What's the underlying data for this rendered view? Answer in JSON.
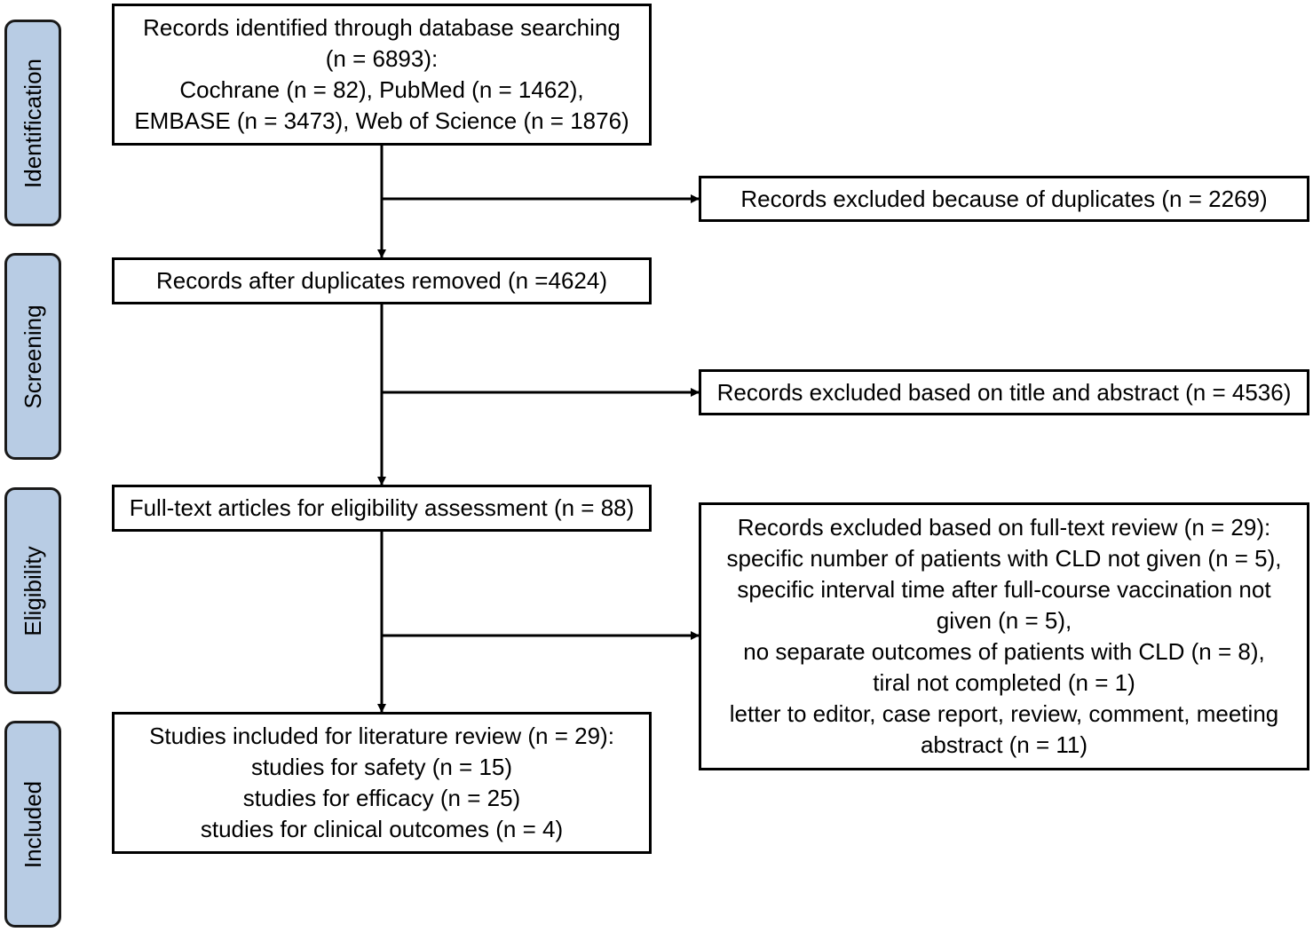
{
  "stages": [
    {
      "id": "identification",
      "label": "Identification"
    },
    {
      "id": "screening",
      "label": "Screening"
    },
    {
      "id": "eligibility",
      "label": "Eligibility"
    },
    {
      "id": "included",
      "label": "Included"
    }
  ],
  "boxes": {
    "identified": {
      "lines": [
        "Records identified through database searching",
        "(n = 6893):",
        "Cochrane (n = 82), PubMed (n = 1462),",
        "EMBASE (n = 3473), Web of Science (n = 1876)"
      ]
    },
    "duplicates_excluded": {
      "lines": [
        "Records excluded because of duplicates (n = 2269)"
      ]
    },
    "after_duplicates": {
      "lines": [
        "Records after duplicates removed (n =4624)"
      ]
    },
    "title_abstract_excluded": {
      "lines": [
        "Records excluded based on title and abstract (n = 4536)"
      ]
    },
    "full_text": {
      "lines": [
        "Full-text articles for eligibility assessment (n = 88)"
      ]
    },
    "full_text_excluded": {
      "lines": [
        "Records excluded based on full-text review (n = 29):",
        "specific number of patients with CLD not given (n = 5),",
        "specific interval time after full-course vaccination not given (n = 5),",
        "no separate outcomes of patients with CLD (n = 8),",
        "tiral not completed (n = 1)",
        "letter to editor, case report, review, comment, meeting abstract (n = 11)"
      ]
    },
    "included": {
      "lines": [
        "Studies included for literature review (n = 29):",
        "studies for safety (n = 15)",
        "studies for efficacy (n = 25)",
        "studies for clinical outcomes (n = 4)"
      ]
    }
  }
}
